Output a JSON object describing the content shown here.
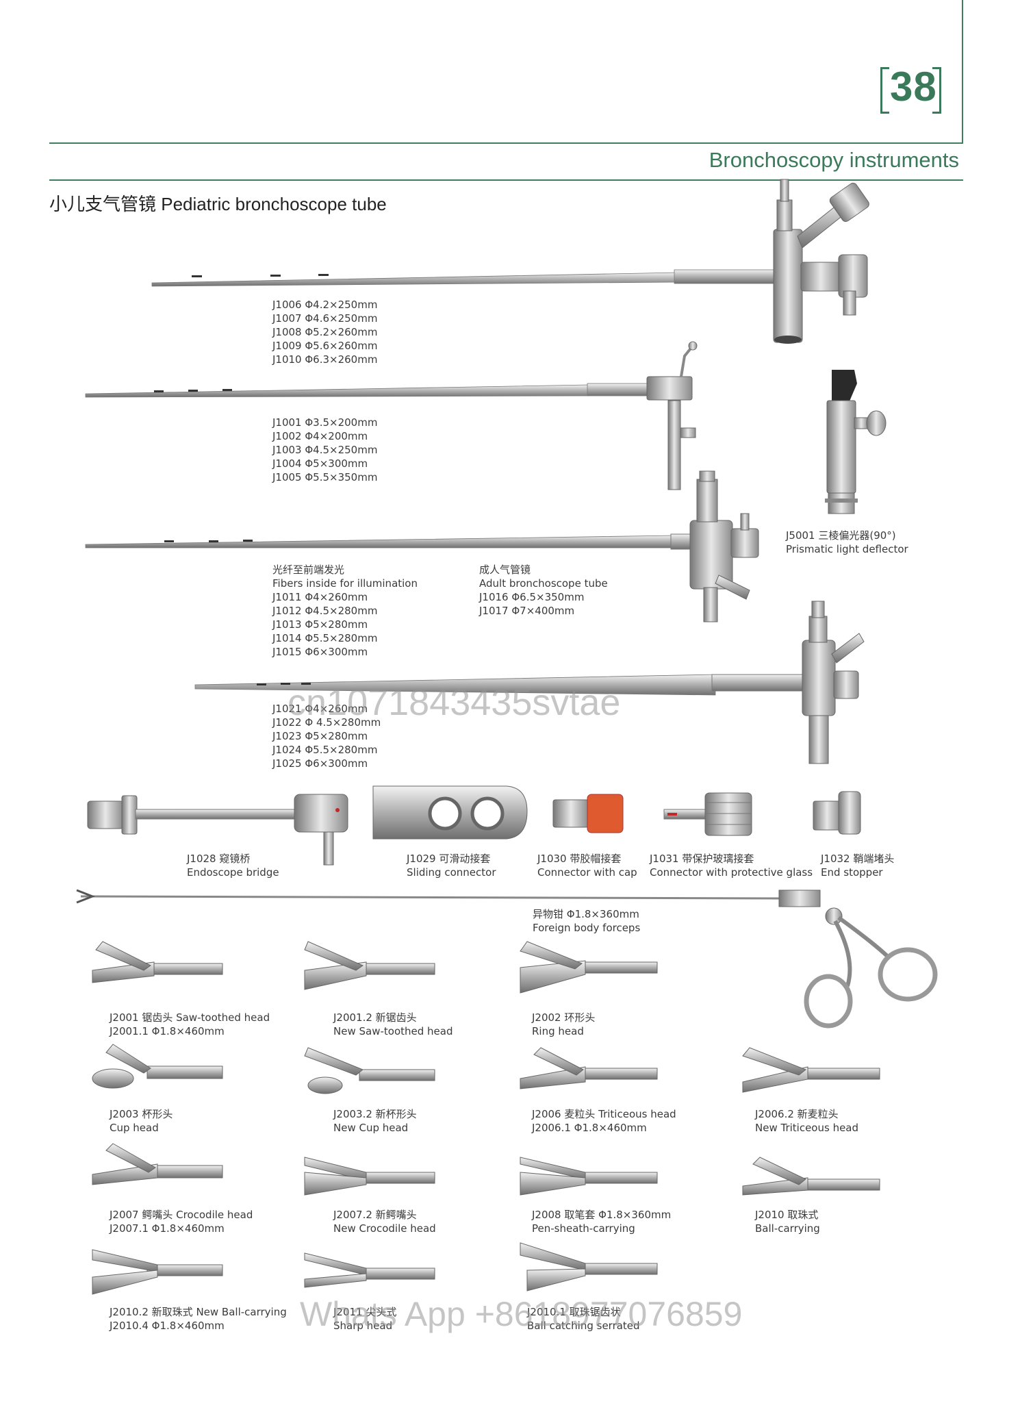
{
  "page_number": "38",
  "section_title": "Bronchoscopy instruments",
  "heading": "小儿支气管镜 Pediatric bronchoscope tube",
  "specs": {
    "group1": [
      "J1006  Φ4.2×250mm",
      "J1007  Φ4.6×250mm",
      "J1008  Φ5.2×260mm",
      "J1009  Φ5.6×260mm",
      "J1010  Φ6.3×260mm"
    ],
    "group2": [
      "J1001  Φ3.5×200mm",
      "J1002  Φ4×200mm",
      "J1003  Φ4.5×250mm",
      "J1004  Φ5×300mm",
      "J1005  Φ5.5×350mm"
    ],
    "group3": [
      "光纤至前端发光",
      "Fibers inside for illumination",
      "J1011  Φ4×260mm",
      "J1012  Φ4.5×280mm",
      "J1013  Φ5×280mm",
      "J1014  Φ5.5×280mm",
      "J1015  Φ6×300mm"
    ],
    "adult": [
      "成人气管镜",
      "Adult bronchoscope tube",
      "J1016  Φ6.5×350mm",
      "J1017  Φ7×400mm"
    ],
    "group4": [
      "J1021  Φ4×260mm",
      "J1022  Φ 4.5×280mm",
      "J1023  Φ5×280mm",
      "J1024  Φ5.5×280mm",
      "J1025  Φ6×300mm"
    ]
  },
  "deflector": [
    "J5001 三棱偏光器(90°)",
    "Prismatic light deflector"
  ],
  "accessories": [
    {
      "code": "J1028 窥镜桥",
      "name": "Endoscope bridge"
    },
    {
      "code": "J1029 可滑动接套",
      "name": "Sliding connector"
    },
    {
      "code": "J1030 带胶帽接套",
      "name": "Connector with cap"
    },
    {
      "code": "J1031 带保护玻璃接套",
      "name": "Connector with protective glass"
    },
    {
      "code": "J1032 鞘端堵头",
      "name": "End stopper"
    }
  ],
  "forceps": [
    "异物钳  Φ1.8×360mm",
    "Foreign body forceps"
  ],
  "heads": [
    {
      "l1": "J2001 锯齿头 Saw-toothed head",
      "l2": "J2001.1 Φ1.8×460mm"
    },
    {
      "l1": "J2001.2 新锯齿头",
      "l2": "New Saw-toothed head"
    },
    {
      "l1": "J2002 环形头",
      "l2": "Ring head"
    },
    {
      "l1": "J2003 杯形头",
      "l2": "Cup head"
    },
    {
      "l1": "J2003.2 新杯形头",
      "l2": "New Cup head"
    },
    {
      "l1": "J2006 麦粒头 Triticeous head",
      "l2": "J2006.1 Φ1.8×460mm"
    },
    {
      "l1": "J2006.2 新麦粒头",
      "l2": "New Triticeous head"
    },
    {
      "l1": "J2007 鳄嘴头 Crocodile head",
      "l2": "J2007.1 Φ1.8×460mm"
    },
    {
      "l1": "J2007.2 新鳄嘴头",
      "l2": "New Crocodile head"
    },
    {
      "l1": "J2008 取笔套  Φ1.8×360mm",
      "l2": "Pen-sheath-carrying"
    },
    {
      "l1": "J2010 取珠式",
      "l2": "Ball-carrying"
    },
    {
      "l1": "J2010.2 新取珠式 New Ball-carrying",
      "l2": "J2010.4 Φ1.8×460mm"
    },
    {
      "l1": "J2011 尖头式",
      "l2": "Sharp head"
    },
    {
      "l1": "J2010.1 取珠锯齿状",
      "l2": "Ball catching serrated"
    }
  ],
  "watermarks": [
    "cn1071843435svtae",
    "Whats App +8618977076859"
  ]
}
